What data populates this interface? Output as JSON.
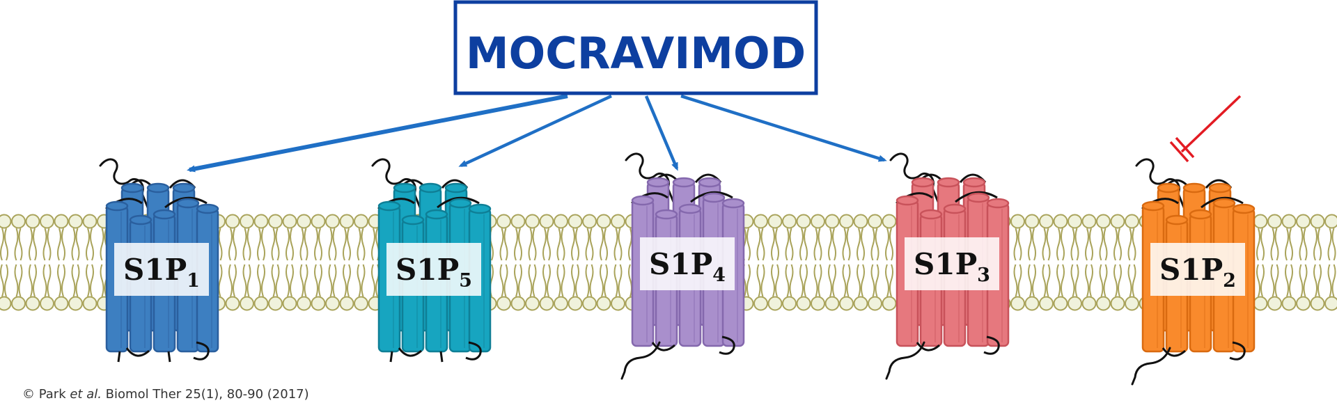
{
  "drug": {
    "name": "MOCRAVIMOD"
  },
  "receptors": [
    {
      "label": "S1P",
      "subscript": "1",
      "color": "#3d7fc1",
      "dark": "#2a5f9e",
      "effect": "agonist"
    },
    {
      "label": "S1P",
      "subscript": "5",
      "color": "#17a5c0",
      "dark": "#0f7f96",
      "effect": "agonist"
    },
    {
      "label": "S1P",
      "subscript": "4",
      "color": "#a98fcc",
      "dark": "#8468ad",
      "effect": "agonist"
    },
    {
      "label": "S1P",
      "subscript": "3",
      "color": "#e6787e",
      "dark": "#c8525a",
      "effect": "agonist"
    },
    {
      "label": "S1P",
      "subscript": "2",
      "color": "#f98a2c",
      "dark": "#d96a10",
      "effect": "inhibited"
    }
  ],
  "colors": {
    "arrow": "#1f6fc5",
    "inhibit": "#e31b23",
    "membrane_head": "#f0f2dc",
    "membrane_line": "#a9a35a"
  },
  "citation": {
    "prefix": "© Park ",
    "etal": "et al.",
    "suffix": " Biomol Ther 25(1), 80-90 (2017)"
  }
}
